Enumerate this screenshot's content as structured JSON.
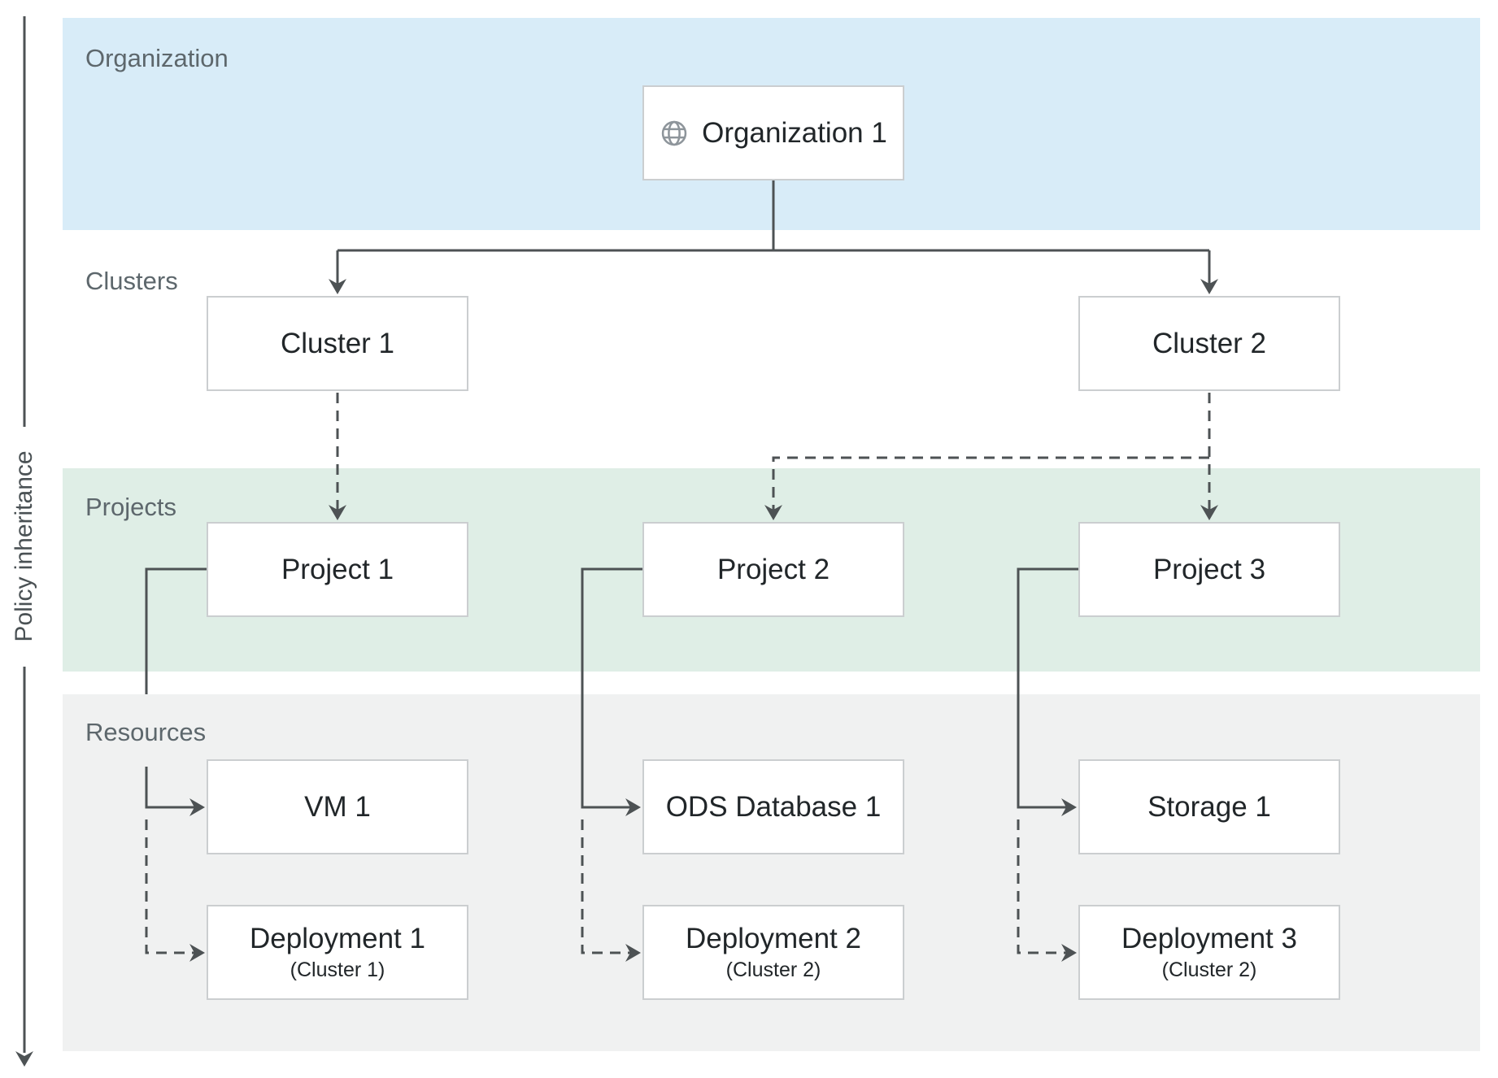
{
  "policy_axis": {
    "label": "Policy inheritance"
  },
  "bands": {
    "organization": {
      "label": "Organization"
    },
    "clusters": {
      "label": "Clusters"
    },
    "projects": {
      "label": "Projects"
    },
    "resources": {
      "label": "Resources"
    }
  },
  "nodes": {
    "organization1": {
      "label": "Organization 1",
      "icon": "globe-icon"
    },
    "cluster1": {
      "label": "Cluster 1"
    },
    "cluster2": {
      "label": "Cluster 2"
    },
    "project1": {
      "label": "Project 1"
    },
    "project2": {
      "label": "Project 2"
    },
    "project3": {
      "label": "Project 3"
    },
    "vm1": {
      "label": "VM 1"
    },
    "ods_database1": {
      "label": "ODS Database 1"
    },
    "storage1": {
      "label": "Storage 1"
    },
    "deployment1": {
      "label": "Deployment 1",
      "sublabel": "(Cluster 1)"
    },
    "deployment2": {
      "label": "Deployment 2",
      "sublabel": "(Cluster 2)"
    },
    "deployment3": {
      "label": "Deployment 3",
      "sublabel": "(Cluster 2)"
    }
  },
  "edges": [
    {
      "from": "organization1",
      "to": "cluster1",
      "style": "solid"
    },
    {
      "from": "organization1",
      "to": "cluster2",
      "style": "solid"
    },
    {
      "from": "cluster1",
      "to": "project1",
      "style": "dashed"
    },
    {
      "from": "cluster2",
      "to": "project2",
      "style": "dashed"
    },
    {
      "from": "cluster2",
      "to": "project3",
      "style": "dashed"
    },
    {
      "from": "project1",
      "to": "vm1",
      "style": "solid"
    },
    {
      "from": "project2",
      "to": "ods_database1",
      "style": "solid"
    },
    {
      "from": "project3",
      "to": "storage1",
      "style": "solid"
    },
    {
      "from": "project1",
      "to": "deployment1",
      "style": "dashed"
    },
    {
      "from": "project2",
      "to": "deployment2",
      "style": "dashed"
    },
    {
      "from": "project3",
      "to": "deployment3",
      "style": "dashed"
    }
  ],
  "colors": {
    "organization_band": "#d8ecf8",
    "projects_band": "#dfeee6",
    "resources_band": "#f0f1f1",
    "connector": "#4d5254",
    "box_border": "#cbced0",
    "box_text": "#212629",
    "band_label_text": "#5d676c",
    "globe_icon": "#8e959b"
  }
}
